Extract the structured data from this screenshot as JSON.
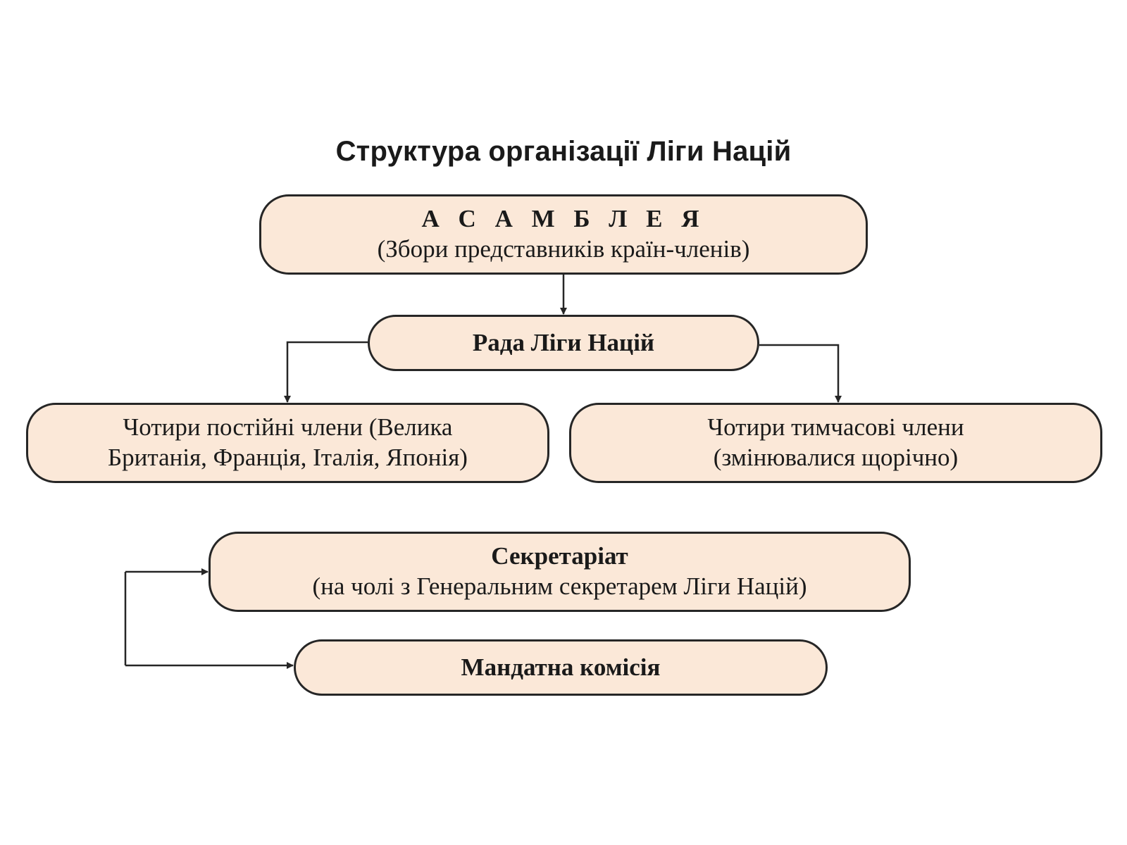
{
  "title": "Структура організації Ліги Націй",
  "nodes": {
    "assembly": {
      "title": "А С А М Б Л Е Я",
      "subtitle": "(Збори представників країн-членів)"
    },
    "council": {
      "title": "Рада Ліги Націй"
    },
    "permanent_members": {
      "line1": "Чотири постійні члени (Велика",
      "line2": "Британія, Франція, Італія, Японія)"
    },
    "temporary_members": {
      "line1": "Чотири тимчасові члени",
      "line2": "(змінювалися щорічно)"
    },
    "secretariat": {
      "title": "Секретаріат",
      "subtitle": "(на чолі з Генеральним секретарем Ліги Націй)"
    },
    "mandate_commission": {
      "title": "Мандатна комісія"
    }
  },
  "colors": {
    "node_fill": "#fbe8d8",
    "stroke": "#262626"
  }
}
